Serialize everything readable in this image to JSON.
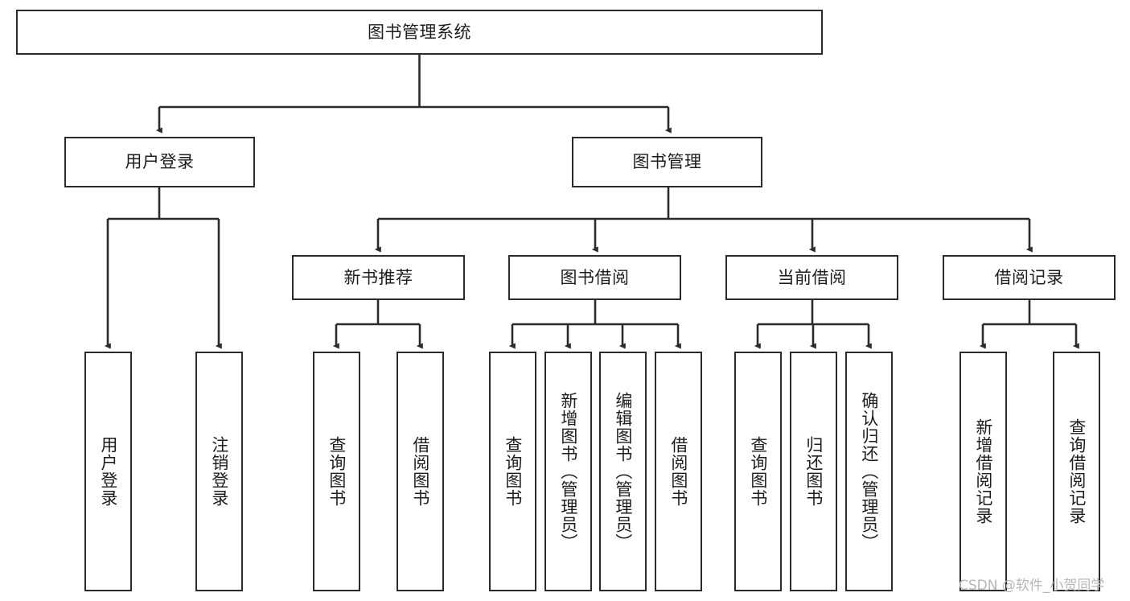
{
  "diagram": {
    "title": "图书管理系统",
    "type": "tree-hierarchy",
    "orientation": "top-down",
    "colors": {
      "box_border": "#2b2b2b",
      "box_fill": "#ffffff",
      "connector": "#2b2b2b",
      "text": "#1d1d1d",
      "watermark": "#b7b7b7"
    },
    "root": {
      "label": "图书管理系统"
    },
    "level2": [
      {
        "label": "用户登录"
      },
      {
        "label": "图书管理"
      }
    ],
    "level3": [
      {
        "label": "新书推荐"
      },
      {
        "label": "图书借阅"
      },
      {
        "label": "当前借阅"
      },
      {
        "label": "借阅记录"
      }
    ],
    "leaves": {
      "user_login": [
        {
          "label": "用户登录"
        },
        {
          "label": "注销登录"
        }
      ],
      "new_book_recommend": [
        {
          "label": "查询图书"
        },
        {
          "label": "借阅图书"
        }
      ],
      "book_borrow": [
        {
          "label": "查询图书"
        },
        {
          "label": "新增图书（管理员）"
        },
        {
          "label": "编辑图书（管理员）"
        },
        {
          "label": "借阅图书"
        }
      ],
      "current_borrow": [
        {
          "label": "查询图书"
        },
        {
          "label": "归还图书"
        },
        {
          "label": "确认归还（管理员）"
        }
      ],
      "borrow_record": [
        {
          "label": "新增借阅记录"
        },
        {
          "label": "查询借阅记录"
        }
      ]
    }
  },
  "watermark": {
    "text": "CSDN @软件_小贺同学"
  }
}
